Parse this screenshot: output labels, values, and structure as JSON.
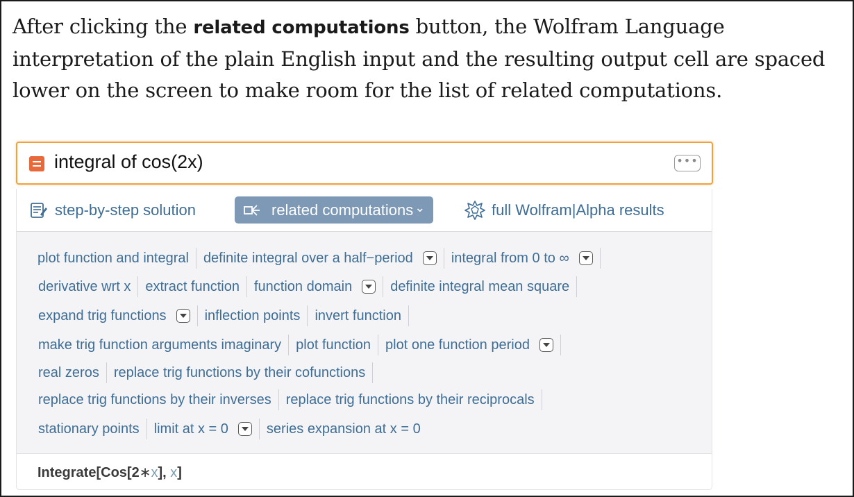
{
  "caption": {
    "before": "After clicking the ",
    "bold": "related computations",
    "after": " button, the Wolfram Language interpretation of the plain English input and the resulting output cell are spaced lower on the screen to make room for the list of related computations."
  },
  "input_cell": {
    "query": "integral of cos(2x)",
    "more_label": "•••"
  },
  "toolbar": {
    "step_label": "step-by-step solution",
    "related_label": "related computations",
    "related_chevron": "⌄",
    "full_label": "full Wolfram|Alpha results"
  },
  "related": {
    "rows": [
      [
        {
          "label": "plot function and integral",
          "dropdown": false
        },
        {
          "label": "definite integral over a half−period",
          "dropdown": true
        },
        {
          "label": "integral from 0 to ∞",
          "dropdown": true
        }
      ],
      [
        {
          "label": "derivative wrt x",
          "dropdown": false
        },
        {
          "label": "extract function",
          "dropdown": false
        },
        {
          "label": "function domain",
          "dropdown": true
        },
        {
          "label": "definite integral mean square",
          "dropdown": false
        }
      ],
      [
        {
          "label": "expand trig functions",
          "dropdown": true
        },
        {
          "label": "inflection points",
          "dropdown": false
        },
        {
          "label": "invert function",
          "dropdown": false
        }
      ],
      [
        {
          "label": "make trig function arguments imaginary",
          "dropdown": false
        },
        {
          "label": "plot function",
          "dropdown": false
        },
        {
          "label": "plot one function period",
          "dropdown": true
        }
      ],
      [
        {
          "label": "real zeros",
          "dropdown": false
        },
        {
          "label": "replace trig functions by their cofunctions",
          "dropdown": false
        }
      ],
      [
        {
          "label": "replace trig functions by their inverses",
          "dropdown": false
        },
        {
          "label": "replace trig functions by their reciprocals",
          "dropdown": false
        }
      ],
      [
        {
          "label": "stationary points",
          "dropdown": false
        },
        {
          "label": "limit at x = 0",
          "dropdown": true
        },
        {
          "label": "series expansion at x = 0",
          "dropdown": false
        }
      ]
    ]
  },
  "output": {
    "part1": "Integrate[Cos[2",
    "times": "∗",
    "var1": "x",
    "part2": "], ",
    "var2": "x",
    "part3": "]"
  }
}
